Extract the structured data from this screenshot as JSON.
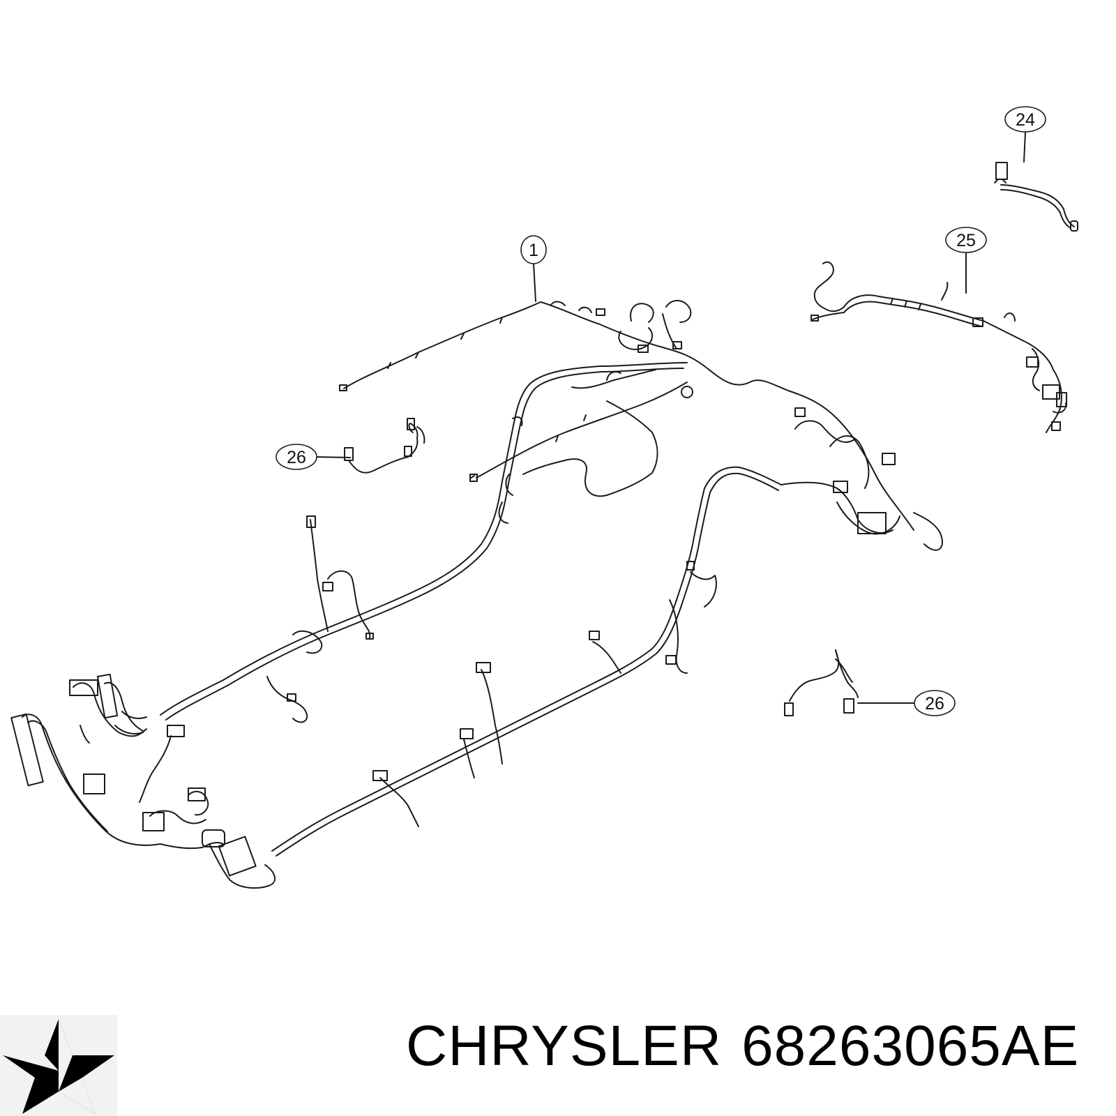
{
  "diagram": {
    "callouts": [
      {
        "id": "callout-1",
        "label": "1"
      },
      {
        "id": "callout-24",
        "label": "24"
      },
      {
        "id": "callout-25",
        "label": "25"
      },
      {
        "id": "callout-26-left",
        "label": "26"
      },
      {
        "id": "callout-26-right",
        "label": "26"
      }
    ]
  },
  "caption": {
    "brand": "CHRYSLER",
    "part_number": "68263065AE"
  },
  "logo": {
    "icon": "chrysler-pentastar-icon",
    "color": "#000000"
  },
  "colors": {
    "line": "#1a1a1a",
    "callout_fill": "#ffffff"
  }
}
